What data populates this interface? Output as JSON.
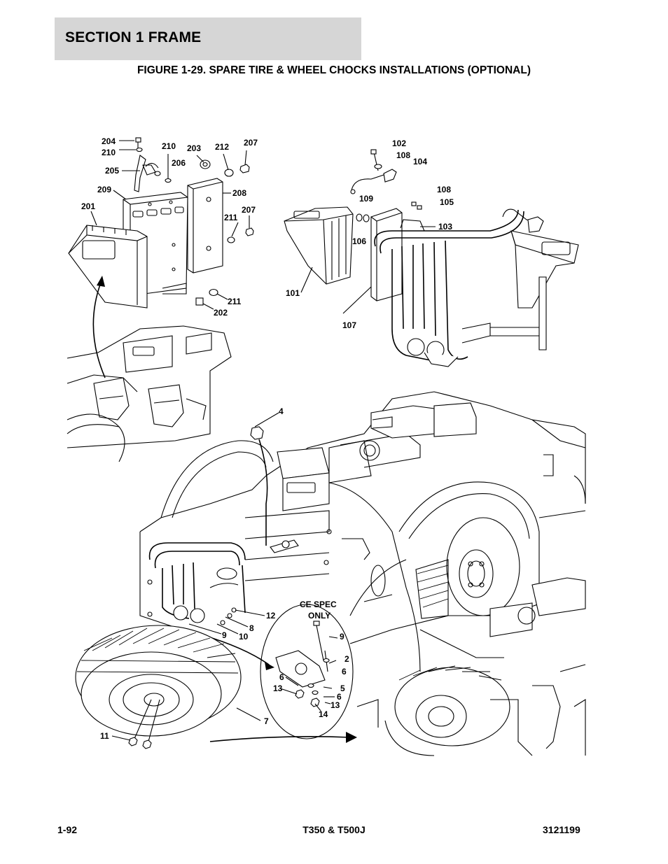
{
  "header": {
    "section_title": "SECTION 1  FRAME",
    "figure_title": "FIGURE 1-29. SPARE TIRE & WHEEL CHOCKS INSTALLATIONS (OPTIONAL)"
  },
  "callouts": {
    "c204": "204",
    "c210a": "210",
    "c210b": "210",
    "c203": "203",
    "c212": "212",
    "c207a": "207",
    "c205": "205",
    "c206": "206",
    "c209": "209",
    "c208": "208",
    "c201": "201",
    "c207b": "207",
    "c211a": "211",
    "c211b": "211",
    "c202": "202",
    "c102": "102",
    "c108a": "108",
    "c104": "104",
    "c108b": "108",
    "c109": "109",
    "c105": "105",
    "c103": "103",
    "c106": "106",
    "c101": "101",
    "c107": "107",
    "c4": "4",
    "c12": "12",
    "c8": "8",
    "c9a": "9",
    "c10": "10",
    "ce_spec": "CE SPEC",
    "ce_only": "ONLY",
    "c9b": "9",
    "c2": "2",
    "c6a": "6",
    "c6b": "6",
    "c5": "5",
    "c6c": "6",
    "c13a": "13",
    "c13b": "13",
    "c14": "14",
    "c7": "7",
    "c11": "11"
  },
  "footer": {
    "page_number": "1-92",
    "model": "T350 & T500J",
    "doc_number": "3121199"
  }
}
